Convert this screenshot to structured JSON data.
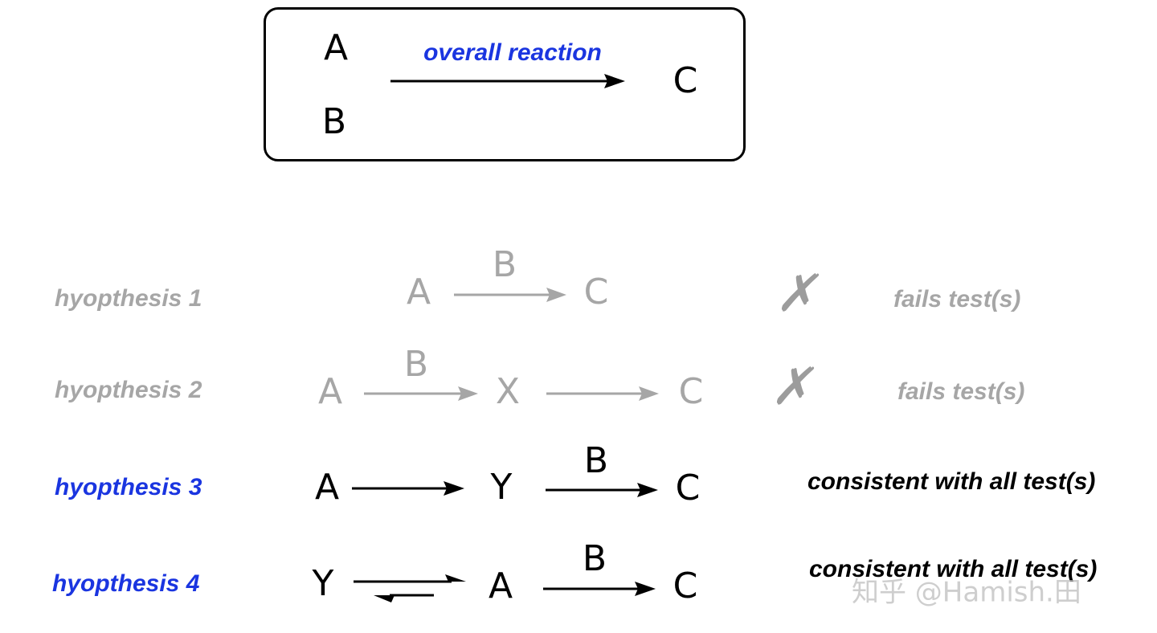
{
  "overall": {
    "label": "overall reaction",
    "reactant_top": "A",
    "reactant_bottom": "B",
    "product": "C"
  },
  "hypotheses": [
    {
      "label": "hyopthesis 1",
      "species": [
        "A",
        "C"
      ],
      "arrow_labels": [
        "B"
      ],
      "verdict_icon": "cross-mark-icon",
      "result": "fails test(s)"
    },
    {
      "label": "hyopthesis 2",
      "species": [
        "A",
        "X",
        "C"
      ],
      "arrow_labels": [
        "B",
        ""
      ],
      "verdict_icon": "cross-mark-icon",
      "result": "fails test(s)"
    },
    {
      "label": "hyopthesis 3",
      "species": [
        "A",
        "Y",
        "C"
      ],
      "arrow_labels": [
        "",
        "B"
      ],
      "result": "consistent with all test(s)"
    },
    {
      "label": "hyopthesis 4",
      "species": [
        "Y",
        "A",
        "C"
      ],
      "arrow_labels": [
        "",
        "B"
      ],
      "equilibrium": true,
      "result": "consistent with all test(s)"
    }
  ],
  "watermark": "知乎 @Hamish.田",
  "colors": {
    "gray": "#a6a6a6",
    "black": "#000000",
    "blue": "#1a35e0"
  }
}
